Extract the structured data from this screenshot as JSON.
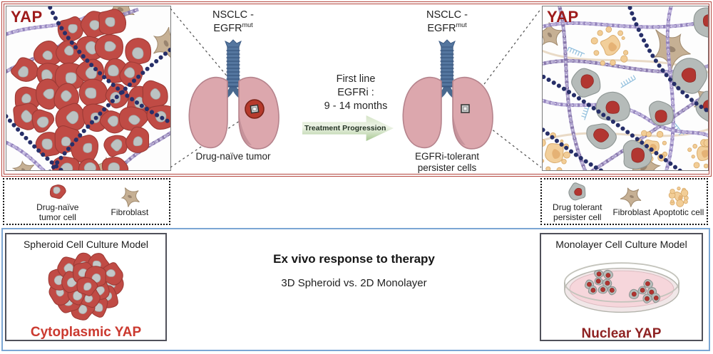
{
  "figure": {
    "name": "YAP localization in EGFR-mutant NSCLC graphical abstract"
  },
  "colors": {
    "top_frame_border": "#b4453d",
    "bottom_frame_border": "#7ba6d4",
    "yap_label": "#9e1b1b",
    "cytoplasmic_caption": "#cb392f",
    "nuclear_caption": "#8e2222",
    "arrow_green": "#a6c791",
    "tumor_cell_red": "#c04b45",
    "persister_cell_gray": "#b5bbb9"
  },
  "top": {
    "left_panel": {
      "yap_label": "YAP"
    },
    "right_panel": {
      "yap_label": "YAP"
    },
    "drug_naive": {
      "title_line1": "NSCLC -",
      "title_gene": "EGFR",
      "title_sup": "mut",
      "caption": "Drug-naïve tumor"
    },
    "persister": {
      "title_line1": "NSCLC -",
      "title_gene": "EGFR",
      "title_sup": "mut",
      "caption": "EGFRi-tolerant persister cells"
    },
    "treatment": {
      "line1": "First line",
      "line2": "EGFRi :",
      "line3": "9 - 14 months",
      "arrow_label": "Treatment Progression"
    }
  },
  "legend": {
    "left": {
      "items": [
        {
          "name": "drug-naive-tumor-cell",
          "label": "Drug-naïve tumor cell"
        },
        {
          "name": "fibroblast",
          "label": "Fibroblast"
        }
      ]
    },
    "right": {
      "items": [
        {
          "name": "drug-tolerant-persister-cell",
          "label": "Drug tolerant persister cell"
        },
        {
          "name": "fibroblast",
          "label": "Fibroblast"
        },
        {
          "name": "apoptotic-cell",
          "label": "Apoptotic cell"
        }
      ]
    }
  },
  "bottom": {
    "spheroid": {
      "title": "Spheroid Cell Culture Model",
      "caption": "Cytoplasmic YAP"
    },
    "center": {
      "title": "Ex vivo response to therapy",
      "subtitle": "3D Spheroid vs. 2D Monolayer"
    },
    "monolayer": {
      "title": "Monolayer Cell Culture Model",
      "caption": "Nuclear YAP"
    }
  }
}
